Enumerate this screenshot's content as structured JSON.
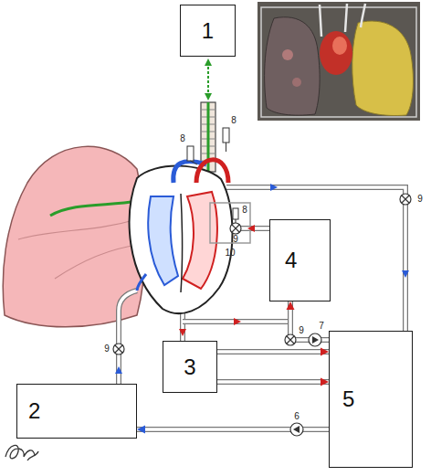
{
  "diagram": {
    "nodes": [
      {
        "text": [
          "1"
        ]
      },
      {
        "text": [
          "2"
        ]
      },
      {
        "text": [
          "3"
        ]
      },
      {
        "text": [
          "4"
        ]
      },
      {
        "text": [
          "5"
        ]
      }
    ],
    "edges": [
      {
        "from": 4,
        "to": 3,
        "arrow": "to"
      },
      {
        "from": 2,
        "to": 4,
        "arrow": "to"
      },
      {
        "from": 2,
        "to": 4,
        "arrow": "to"
      },
      {
        "from": 4,
        "to": 1,
        "arrow": "to"
      }
    ],
    "labels": [
      "8",
      "8",
      "8",
      "9",
      "9",
      "9",
      "9",
      "10",
      "7",
      "6"
    ]
  }
}
